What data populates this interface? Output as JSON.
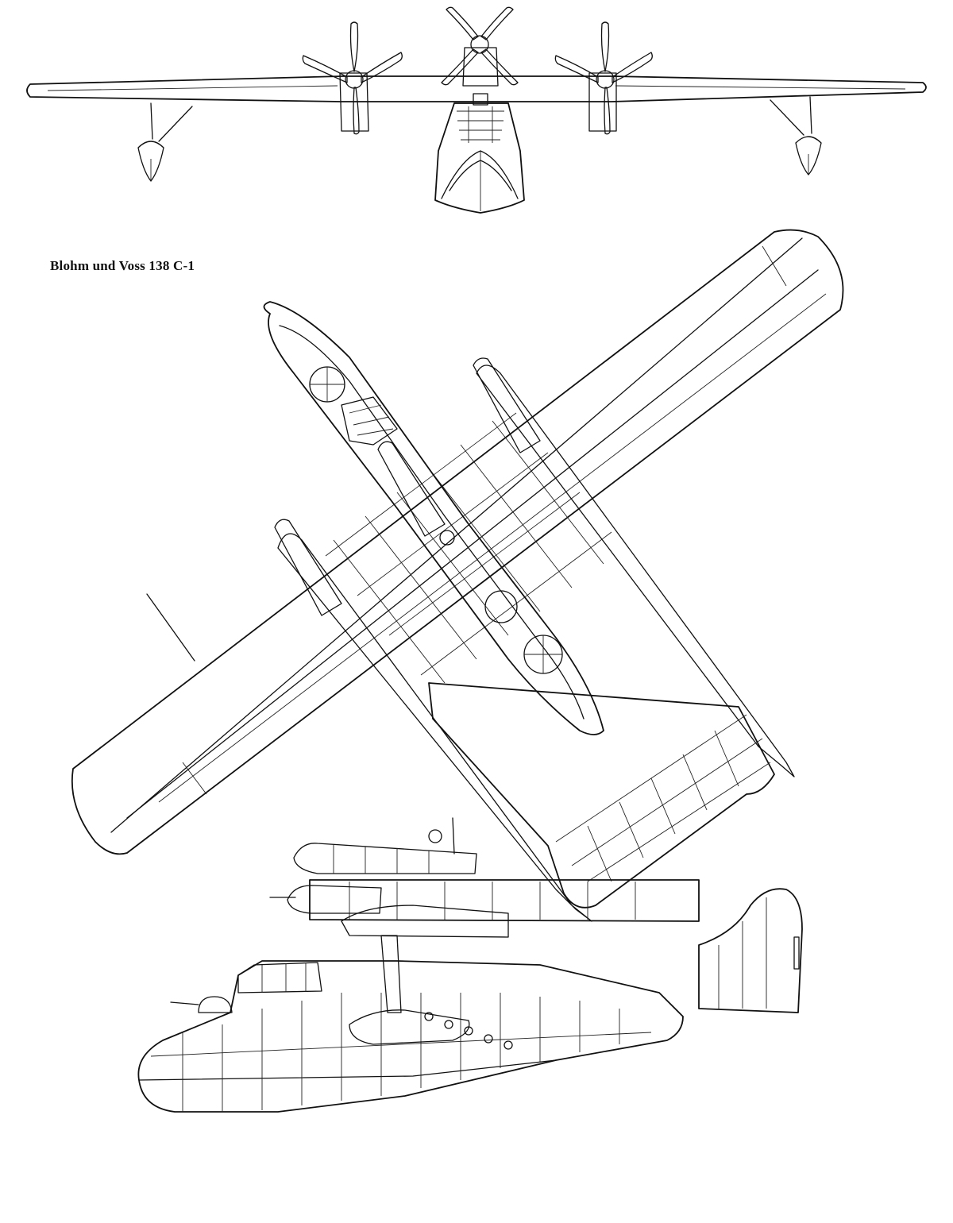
{
  "caption": {
    "title": "Blohm und Voss 138 C-1"
  },
  "drawing": {
    "line_color": "#111111",
    "background_color": "#ffffff",
    "views": [
      "front-view",
      "top-view",
      "side-view"
    ]
  }
}
